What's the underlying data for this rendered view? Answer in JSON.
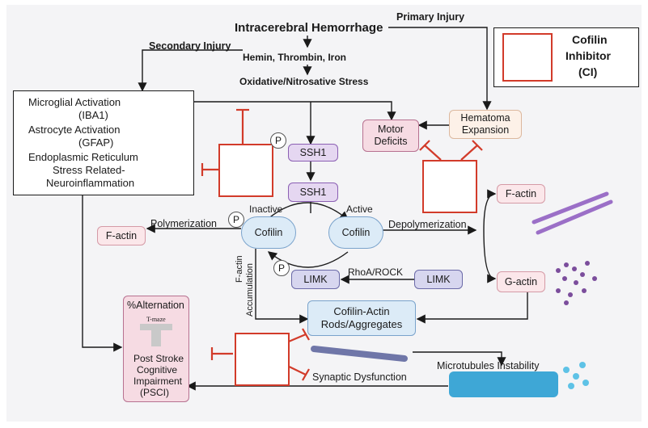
{
  "header": {
    "title": "Intracerebral Hemorrhage",
    "primary_injury": "Primary Injury",
    "secondary_injury": "Secondary Injury",
    "hemin": "Hemin, Thrombin, Iron",
    "oxidative": "Oxidative/Nitrosative Stress"
  },
  "legend": {
    "line1": "Cofilin",
    "line2": "Inhibitor",
    "line3": "(CI)"
  },
  "neuro_box": {
    "item1a": "Microglial Activation",
    "item1b": "(IBA1)",
    "item2a": "Astrocyte Activation",
    "item2b": "(GFAP)",
    "item3a": "Endoplasmic Reticulum",
    "item3b": "Stress Related-",
    "item3c": "Neuroinflammation"
  },
  "nodes": {
    "ssh1_p": "SSH1",
    "ssh1": "SSH1",
    "motor": "Motor Deficits",
    "hematoma": "Hematoma Expansion",
    "cofilin_inactive": "Cofilin",
    "cofilin_active": "Cofilin",
    "limk_p": "LIMK",
    "limk": "LIMK",
    "factin_left": "F-actin",
    "factin_right": "F-actin",
    "gactin": "G-actin",
    "rods": "Cofilin-Actin Rods/Aggregates",
    "p": "P"
  },
  "labels": {
    "inactive": "Inactive",
    "active": "Active",
    "polymerization": "Polymerization",
    "depolymerization": "Depolymerization",
    "rhoa": "RhoA/ROCK",
    "factin_acc1": "F-actin",
    "factin_acc2": "Accumulation",
    "synaptic": "Synaptic Dysfunction",
    "microtubules": "Microtubules Instability"
  },
  "pcsi_box": {
    "alternation": "%Alternation",
    "tmaze": "T-maze",
    "line1": "Post Stroke",
    "line2": "Cognitive",
    "line3": "Impairment",
    "line4": "(PSCI)"
  },
  "colors": {
    "inhibitor": "#d23b2a",
    "arrow": "#1a1a1a"
  }
}
